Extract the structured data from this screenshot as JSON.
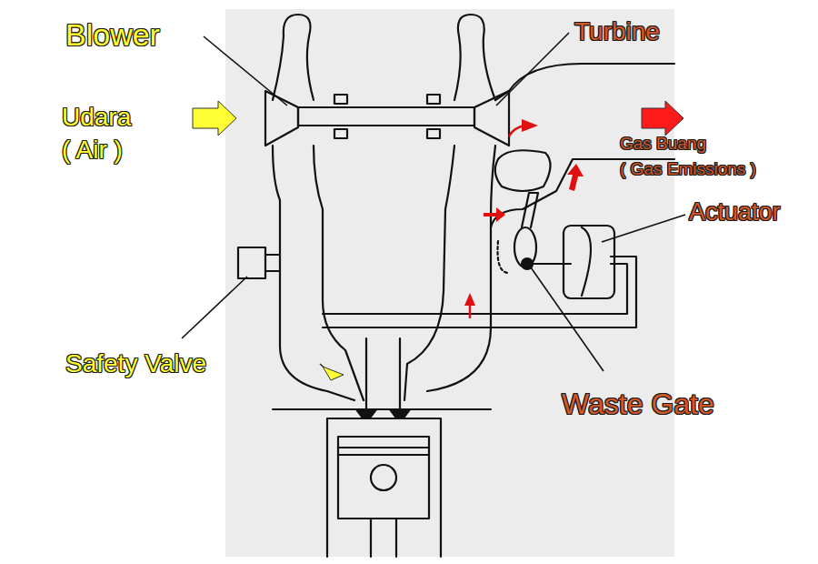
{
  "diagram": {
    "labels": [
      "Blower",
      "Udara",
      "( Air )",
      "Turbine",
      "Gas Buang",
      "( Gas Emissions )",
      "Actuator",
      "Safety Valve",
      "Waste Gate"
    ]
  }
}
